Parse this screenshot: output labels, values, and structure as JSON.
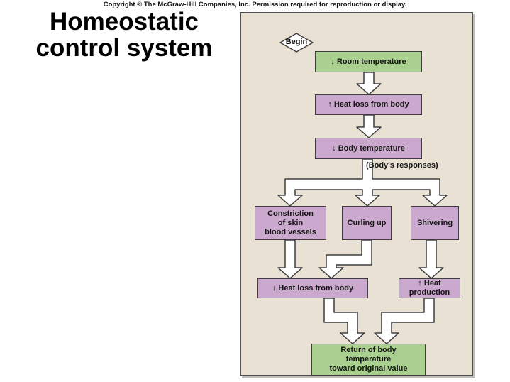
{
  "copyright": "Copyright © The McGraw-Hill Companies, Inc. Permission required for reproduction or display.",
  "title": "Homeostatic\ncontrol system",
  "colors": {
    "panel_bg": "#e8e1d4",
    "green": "#a9d08f",
    "purple": "#cba8cd",
    "outline": "#3e3e3e"
  },
  "flowchart": {
    "begin_label": "Begin",
    "responses_label": "(Body's responses)",
    "nodes": {
      "room_temp": "↓ Room temperature",
      "heat_loss_increase": "↑ Heat loss from body",
      "body_temp": "↓ Body temperature",
      "constriction": "Constriction\nof skin\nblood vessels",
      "curling": "Curling up",
      "shivering": "Shivering",
      "heat_loss_decrease": "↓ Heat loss from body",
      "heat_production": "↑ Heat\nproduction",
      "return_temp": "Return of body\ntemperature\ntoward original value"
    }
  }
}
